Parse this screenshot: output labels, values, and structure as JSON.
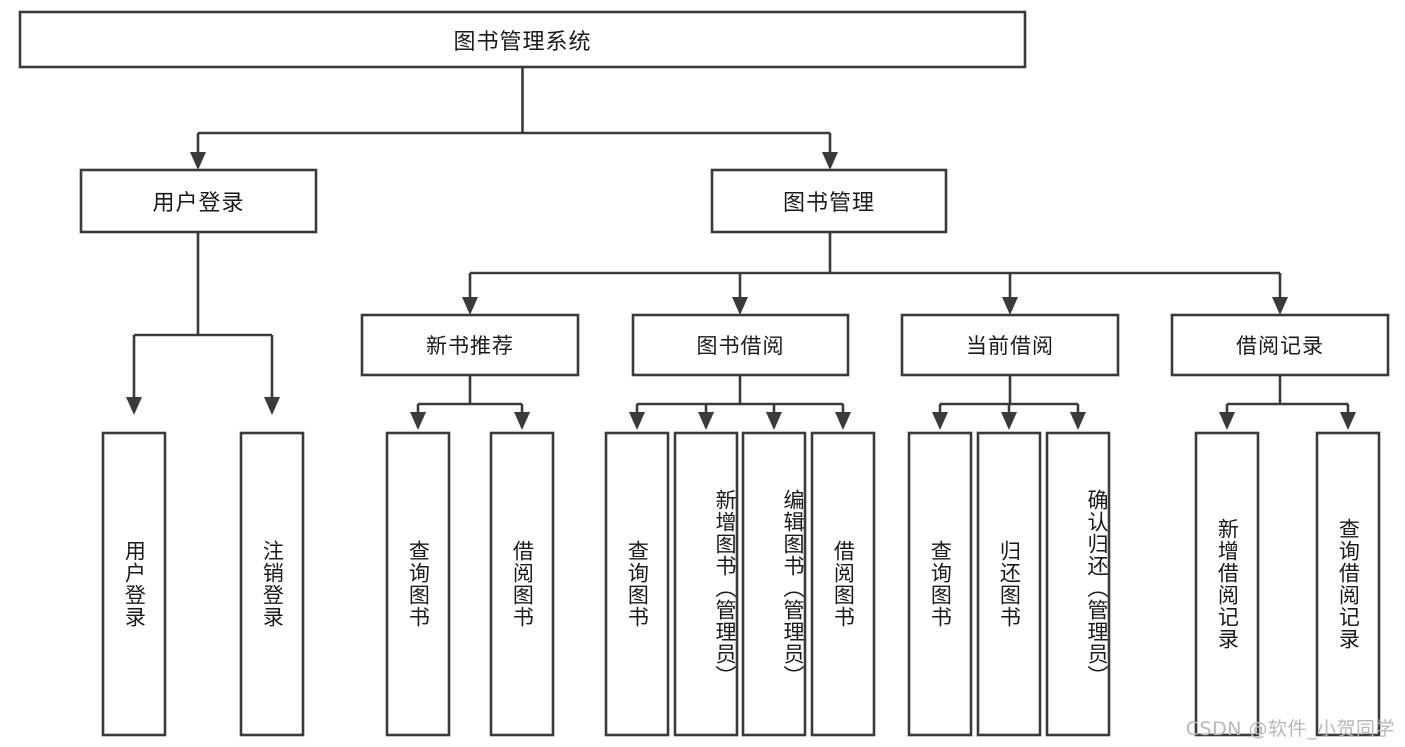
{
  "diagram": {
    "type": "tree",
    "title": "图书管理系统",
    "orientation": "top-down",
    "colors": {
      "box_stroke": "#3a3a3a",
      "box_fill": "#ffffff",
      "connector": "#3a3a3a",
      "text": "#1a1a1a",
      "watermark": "#b8b8b8",
      "background": "#ffffff"
    },
    "root": {
      "label": "图书管理系统"
    },
    "level2": [
      {
        "label": "用户登录"
      },
      {
        "label": "图书管理"
      }
    ],
    "level3": [
      {
        "label": "新书推荐"
      },
      {
        "label": "图书借阅"
      },
      {
        "label": "当前借阅"
      },
      {
        "label": "借阅记录"
      }
    ],
    "leaves": {
      "user_login": [
        {
          "label": "用户登录"
        },
        {
          "label": "注销登录"
        }
      ],
      "new_book": [
        {
          "label": "查询图书"
        },
        {
          "label": "借阅图书"
        }
      ],
      "book_borrow": [
        {
          "label": "查询图书"
        },
        {
          "label": "新增图书（管理员）"
        },
        {
          "label": "编辑图书（管理员）"
        },
        {
          "label": "借阅图书"
        }
      ],
      "current_borrow": [
        {
          "label": "查询图书"
        },
        {
          "label": "归还图书"
        },
        {
          "label": "确认归还（管理员）"
        }
      ],
      "borrow_record": [
        {
          "label": "新增借阅记录"
        },
        {
          "label": "查询借阅记录"
        }
      ]
    },
    "watermark": "CSDN @软件_小贺同学"
  }
}
